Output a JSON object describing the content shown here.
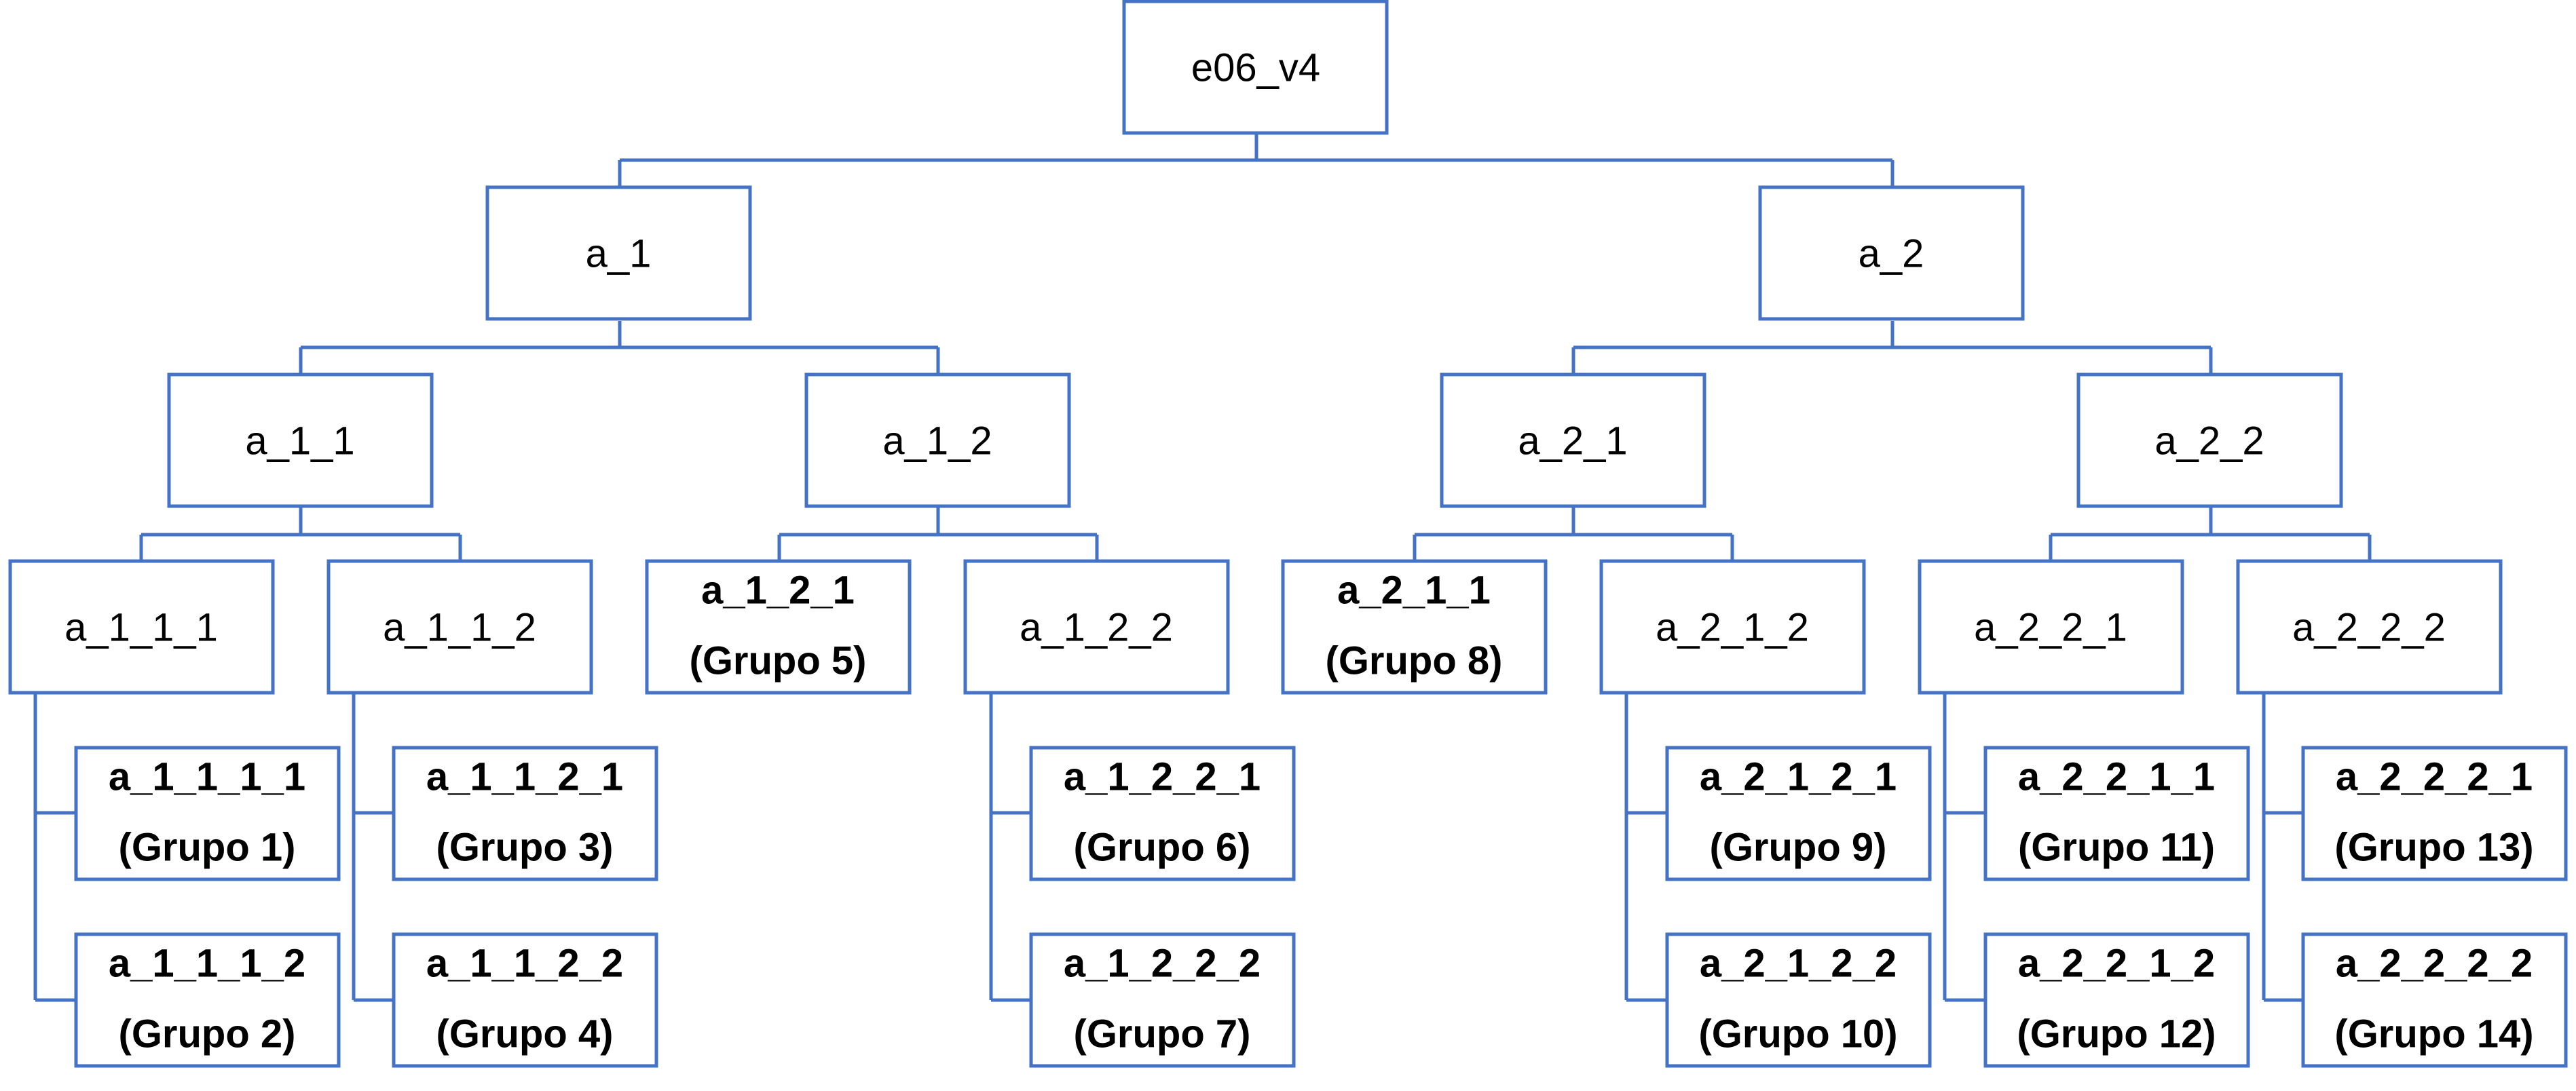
{
  "tree": {
    "root": "e06_v4",
    "level1": [
      {
        "id": "a1",
        "label": "a_1"
      },
      {
        "id": "a2",
        "label": "a_2"
      }
    ],
    "level2": [
      {
        "id": "a11",
        "label": "a_1_1"
      },
      {
        "id": "a12",
        "label": "a_1_2"
      },
      {
        "id": "a21",
        "label": "a_2_1"
      },
      {
        "id": "a22",
        "label": "a_2_2"
      }
    ],
    "level3": [
      {
        "id": "a111",
        "label": "a_1_1_1"
      },
      {
        "id": "a112",
        "label": "a_1_1_2"
      },
      {
        "id": "a121",
        "label": "a_1_2_1",
        "group": "(Grupo 5)"
      },
      {
        "id": "a122",
        "label": "a_1_2_2"
      },
      {
        "id": "a211",
        "label": "a_2_1_1",
        "group": "(Grupo 8)"
      },
      {
        "id": "a212",
        "label": "a_2_1_2"
      },
      {
        "id": "a221",
        "label": "a_2_2_1"
      },
      {
        "id": "a222",
        "label": "a_2_2_2"
      }
    ],
    "leaves": [
      {
        "id": "a1111",
        "label": "a_1_1_1_1",
        "group": "(Grupo 1)"
      },
      {
        "id": "a1112",
        "label": "a_1_1_1_2",
        "group": "(Grupo 2)"
      },
      {
        "id": "a1121",
        "label": "a_1_1_2_1",
        "group": "(Grupo 3)"
      },
      {
        "id": "a1122",
        "label": "a_1_1_2_2",
        "group": "(Grupo 4)"
      },
      {
        "id": "a1221",
        "label": "a_1_2_2_1",
        "group": "(Grupo 6)"
      },
      {
        "id": "a1222",
        "label": "a_1_2_2_2",
        "group": "(Grupo 7)"
      },
      {
        "id": "a2121",
        "label": "a_2_1_2_1",
        "group": "(Grupo 9)"
      },
      {
        "id": "a2122",
        "label": "a_2_1_2_2",
        "group": "(Grupo 10)"
      },
      {
        "id": "a2211",
        "label": "a_2_2_1_1",
        "group": "(Grupo 11)"
      },
      {
        "id": "a2212",
        "label": "a_2_2_1_2",
        "group": "(Grupo 12)"
      },
      {
        "id": "a2221",
        "label": "a_2_2_2_1",
        "group": "(Grupo 13)"
      },
      {
        "id": "a2222",
        "label": "a_2_2_2_2",
        "group": "(Grupo 14)"
      }
    ]
  }
}
